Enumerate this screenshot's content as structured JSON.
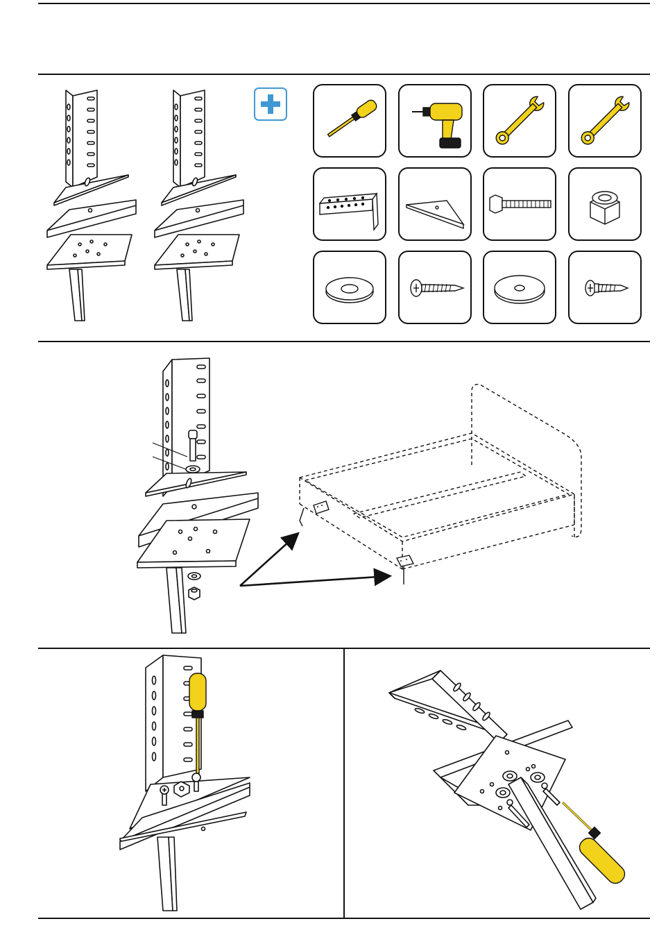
{
  "document": {
    "type": "assembly-instructions",
    "background": "#ffffff",
    "line_color": "#111111"
  },
  "colors": {
    "tool_yellow": "#f2d21b",
    "tool_black": "#1a1a1a",
    "plus_blue": "#3f97d3",
    "part_fill": "#ffffff"
  },
  "parts_panel": {
    "plus_badge": {
      "icon": "plus-icon"
    },
    "tiles": [
      {
        "icon": "screwdriver-icon"
      },
      {
        "icon": "cordless-drill-icon"
      },
      {
        "icon": "combination-wrench-icon"
      },
      {
        "icon": "combination-wrench-icon"
      },
      {
        "icon": "angle-bracket-icon"
      },
      {
        "icon": "triangle-plate-icon"
      },
      {
        "icon": "hex-bolt-icon"
      },
      {
        "icon": "hex-nut-icon"
      },
      {
        "icon": "washer-icon"
      },
      {
        "icon": "countersunk-screw-icon"
      },
      {
        "icon": "large-washer-icon"
      },
      {
        "icon": "pan-head-screw-icon"
      }
    ]
  },
  "steps": [
    {
      "id": "parts",
      "icon": "leg-assembly-exploded-icon"
    },
    {
      "id": "attach-legs",
      "icon": "bed-frame-icon"
    },
    {
      "id": "screw-leg",
      "icon": "screwdriver-icon"
    },
    {
      "id": "underside-fix",
      "icon": "screwdriver-icon"
    }
  ]
}
